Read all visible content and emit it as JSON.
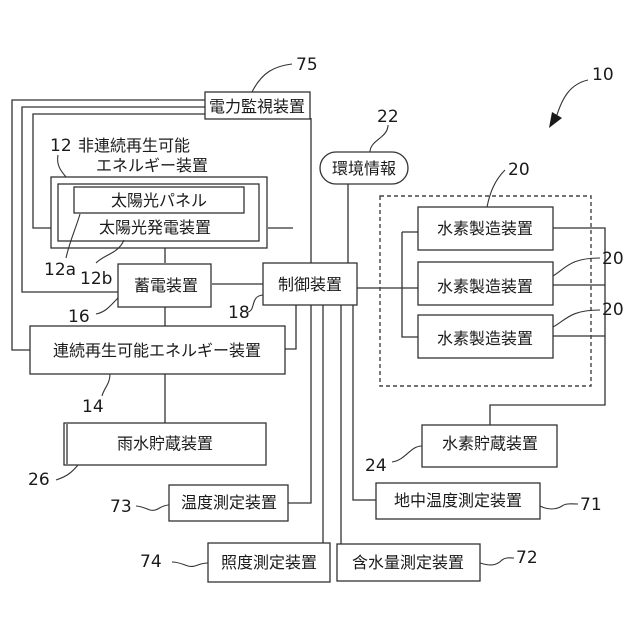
{
  "figure": {
    "system_ref": "10",
    "nodes": {
      "power_monitor": {
        "label": "電力監視装置",
        "ref": "75"
      },
      "environment_info": {
        "label": "環境情報",
        "ref": "22"
      },
      "noncontinuous_energy": {
        "label_line1": "非連続再生可能",
        "label_line2": "エネルギー装置",
        "ref": "12"
      },
      "solar_panel": {
        "label": "太陽光パネル",
        "ref": "12a"
      },
      "solar_generator": {
        "label": "太陽光発電装置",
        "ref": "12b"
      },
      "storage_battery": {
        "label": "蓄電装置",
        "ref": "16"
      },
      "controller": {
        "label": "制御装置",
        "ref": "18"
      },
      "continuous_energy": {
        "label": "連続再生可能エネルギー装置",
        "ref": "14"
      },
      "rainwater_storage": {
        "label": "雨水貯蔵装置",
        "ref": "26"
      },
      "hydrogen_producers": [
        {
          "label": "水素製造装置",
          "ref": "20"
        },
        {
          "label": "水素製造装置",
          "ref": "20"
        },
        {
          "label": "水素製造装置",
          "ref": "20"
        }
      ],
      "hydrogen_storage": {
        "label": "水素貯蔵装置",
        "ref": "24"
      },
      "temperature_meter": {
        "label": "温度測定装置",
        "ref": "73"
      },
      "ground_temperature_meter": {
        "label": "地中温度測定装置",
        "ref": "71"
      },
      "illuminance_meter": {
        "label": "照度測定装置",
        "ref": "74"
      },
      "moisture_meter": {
        "label": "含水量測定装置",
        "ref": "72"
      }
    }
  }
}
